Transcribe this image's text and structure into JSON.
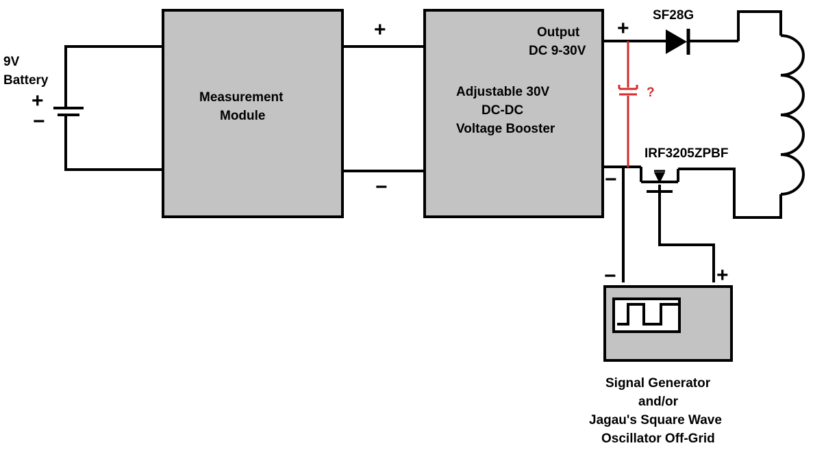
{
  "battery": {
    "label_line1": "9V",
    "label_line2": "Battery",
    "plus": "+",
    "minus": "−"
  },
  "measurement_module": {
    "line1": "Measurement",
    "line2": "Module"
  },
  "link_plus": "+",
  "link_minus": "−",
  "booster": {
    "output_line1": "Output",
    "output_line2": "DC 9-30V",
    "title_line1": "Adjustable 30V",
    "title_line2": "DC-DC",
    "title_line3": "Voltage Booster"
  },
  "out_plus": "+",
  "out_minus": "−",
  "diode_label": "SF28G",
  "capacitor_label": "?",
  "mosfet_label": "IRF3205ZPBF",
  "signal_gen": {
    "minus": "−",
    "plus": "+",
    "caption_line1": "Signal Generator",
    "caption_line2": "and/or",
    "caption_line3": "Jagau's Square Wave",
    "caption_line4": "Oscillator Off-Grid"
  },
  "colors": {
    "wire": "#000000",
    "block_fill": "#c3c3c3",
    "capacitor_branch": "#d42a2a"
  }
}
